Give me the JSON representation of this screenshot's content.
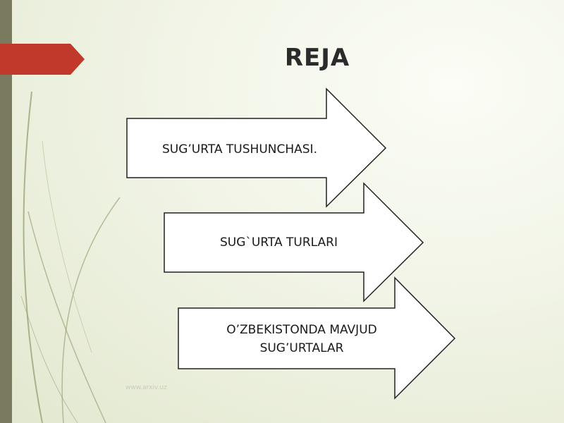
{
  "slide": {
    "title": "REJA",
    "footer_url": "www.arxiv.uz"
  },
  "arrows": [
    {
      "label": "SUG’URTA  TUSHUNCHASI."
    },
    {
      "label": "SUG`URTA  TURLARI"
    },
    {
      "label": "O’ZBEKISTONDA MAVJUD\nSUG’URTALAR"
    }
  ],
  "colors": {
    "accent_red": "#c0392b",
    "left_bar": "#7a7a5e",
    "arrow_fill": "#ffffff",
    "arrow_stroke": "#222222"
  }
}
